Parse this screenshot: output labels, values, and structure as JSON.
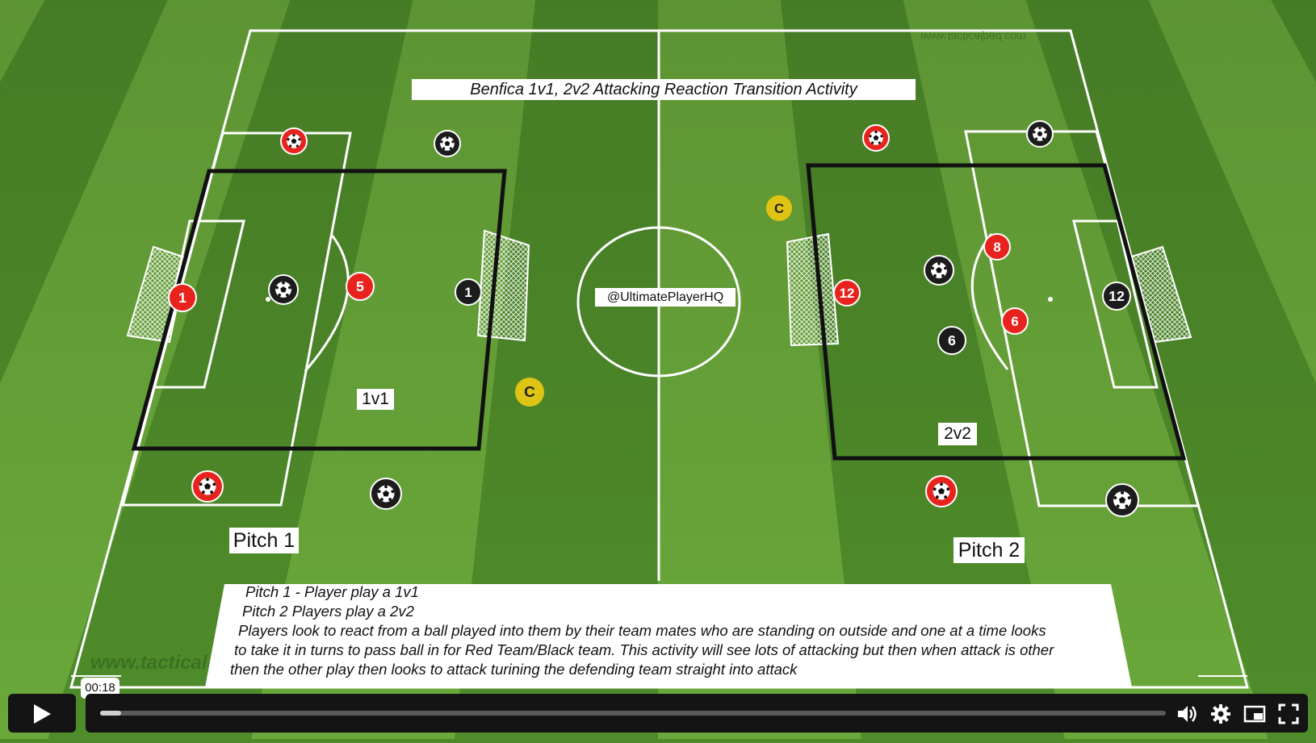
{
  "diagram": {
    "title": "Benfica 1v1, 2v2 Attacking Reaction Transition Activity",
    "handle": "@UltimatePlayerHQ",
    "label_1v1": "1v1",
    "label_2v2": "2v2",
    "pitch1_label": "Pitch 1",
    "pitch2_label": "Pitch 2",
    "coach_marker": "C",
    "watermark_top": "www.tacticalpad.com",
    "watermark_bottom": "www.tactical",
    "description": [
      "Pitch 1 - Player play a 1v1",
      "Pitch 2 Players play a 2v2",
      "Players look to react from a ball played into them by their team mates who are standing on outside and one at a time looks",
      "to take it in turns to pass ball in for Red Team/Black team. This activity will see lots of attacking but then when attack is other",
      "then the other play then looks to attack turining the defending team straight into attack"
    ],
    "players": [
      {
        "team": "red",
        "number": "1"
      },
      {
        "team": "red",
        "number": "5"
      },
      {
        "team": "black",
        "number": "1"
      },
      {
        "team": "red",
        "number": "12"
      },
      {
        "team": "red",
        "number": "8"
      },
      {
        "team": "red",
        "number": "6"
      },
      {
        "team": "black",
        "number": "6"
      },
      {
        "team": "black",
        "number": "12"
      }
    ],
    "colors": {
      "grass_light": "#6aa83a",
      "grass_dark": "#4f8c2a",
      "red_team": "#e8231e",
      "black_team": "#1c1c1c",
      "coach": "#e0c414"
    }
  },
  "player": {
    "current_time": "00:18",
    "progress": 0.02,
    "icons": [
      "play-icon",
      "volume-icon",
      "settings-icon",
      "picture-in-picture-icon",
      "fullscreen-icon"
    ]
  }
}
